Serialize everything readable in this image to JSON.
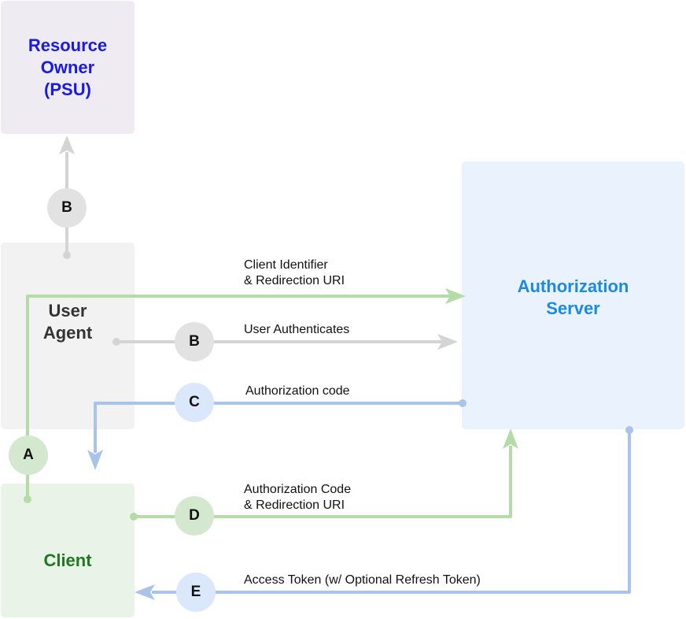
{
  "colors": {
    "green_line": "#b3dca8",
    "gray_line": "#d4d4d4",
    "blue_line": "#a9c4ea",
    "resource_owner_text": "#1a1ae6",
    "user_agent_text": "#333333",
    "client_text": "#1f7a1f",
    "auth_server_text": "#1a8ae6"
  },
  "nodes": {
    "resource_owner": "Resource\nOwner\n(PSU)",
    "user_agent": "User\nAgent",
    "client": "Client",
    "authorization_server": "Authorization\nServer"
  },
  "steps": {
    "b_owner": "B",
    "b_authenticate": "B",
    "c": "C",
    "a": "A",
    "d": "D",
    "e": "E"
  },
  "messages": {
    "client_identifier_line1": "Client Identifier",
    "client_identifier_line2": "& Redirection URI",
    "user_authenticates": "User Authenticates",
    "authorization_code": "Authorization code",
    "authorization_code_redirect_line1": "Authorization Code",
    "authorization_code_redirect_line2": "& Redirection URI",
    "access_token": "Access Token (w/ Optional Refresh Token)"
  }
}
